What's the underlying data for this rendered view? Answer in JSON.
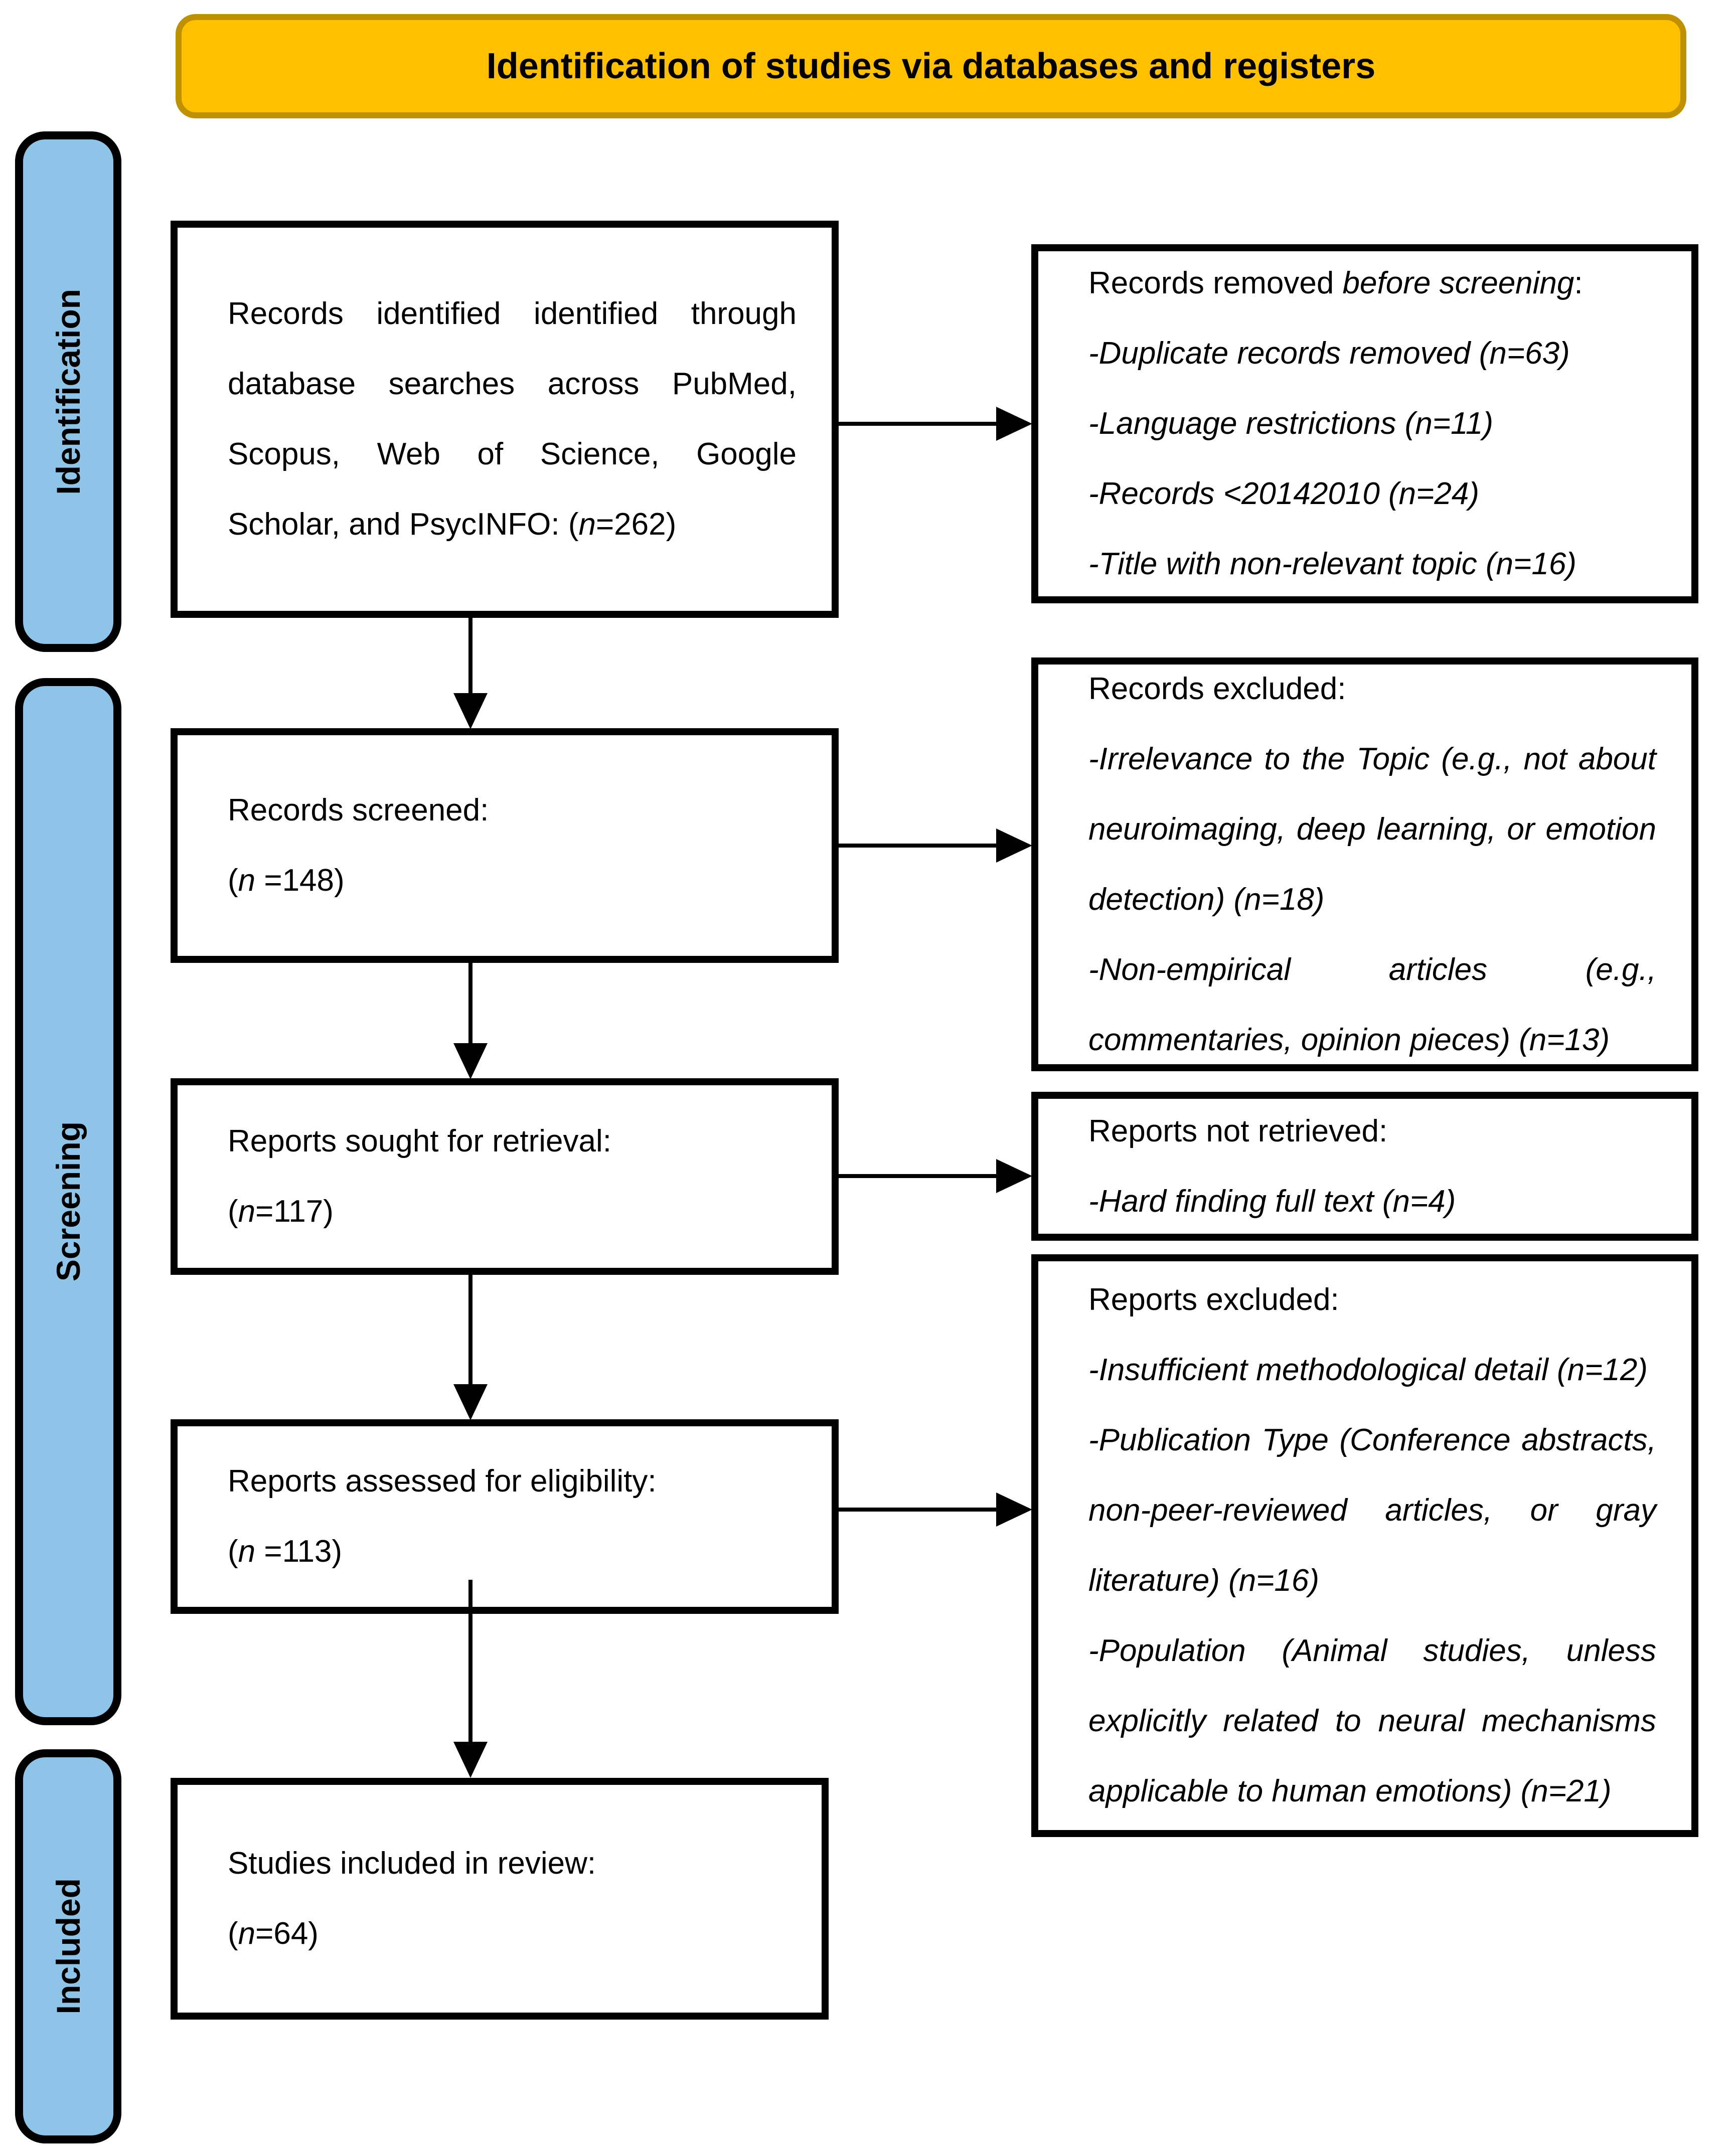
{
  "colors": {
    "header_fill": "#FFC000",
    "header_border": "#BF9000",
    "sidebar_fill": "#8DC4E8",
    "line": "#000000",
    "box_bg": "#FFFFFF"
  },
  "header": {
    "title": "Identification of studies via databases and registers"
  },
  "sidebar": {
    "items": [
      {
        "label": "Identification"
      },
      {
        "label": "Screening"
      },
      {
        "label": "Included"
      }
    ]
  },
  "flow": {
    "identified": {
      "paragraph_runs": [
        {
          "t": "Records identified identified through database searches across PubMed, Scopus, Web of Science, Google Scholar, and PsycINFO: (",
          "i": false
        },
        {
          "t": "n",
          "i": true
        },
        {
          "t": "=262)",
          "i": false
        }
      ]
    },
    "screened": {
      "title": "Records screened:",
      "count_runs": [
        {
          "t": "(",
          "i": false
        },
        {
          "t": "n",
          "i": true
        },
        {
          "t": " =148)",
          "i": false
        }
      ]
    },
    "sought": {
      "title": "Reports sought for retrieval:",
      "count_runs": [
        {
          "t": "(",
          "i": false
        },
        {
          "t": "n",
          "i": true
        },
        {
          "t": "=117)",
          "i": false
        }
      ]
    },
    "assessed": {
      "title": "Reports assessed for eligibility:",
      "count_runs": [
        {
          "t": "(",
          "i": false
        },
        {
          "t": "n",
          "i": true
        },
        {
          "t": " =113)",
          "i": false
        }
      ]
    },
    "included": {
      "title": "Studies included in review:",
      "count_runs": [
        {
          "t": "(",
          "i": false
        },
        {
          "t": "n",
          "i": true
        },
        {
          "t": "=64)",
          "i": false
        }
      ]
    }
  },
  "exclusions": {
    "removed": {
      "title_runs": [
        {
          "t": "Records removed ",
          "i": false
        },
        {
          "t": "before screening",
          "i": true
        },
        {
          "t": ":",
          "i": false
        }
      ],
      "items": [
        "-Duplicate records removed (n=63)",
        "-Language restrictions (n=11)",
        "-Records <20142010 (n=24)",
        "-Title with non-relevant topic (n=16)"
      ]
    },
    "records_excluded": {
      "title": "Records excluded:",
      "items": [
        "-Irrelevance to the Topic (e.g., not about neuroimaging, deep learning, or emotion detection) (n=18)",
        "-Non-empirical articles (e.g., commentaries, opinion pieces) (n=13)"
      ]
    },
    "not_retrieved": {
      "title": "Reports not retrieved:",
      "items": [
        "-Hard finding full text (n=4)"
      ]
    },
    "reports_excluded": {
      "title": "Reports excluded:",
      "items": [
        "-Insufficient methodological detail (n=12)",
        "-Publication Type (Conference abstracts, non-peer-reviewed articles, or gray literature) (n=16)",
        "-Population (Animal studies, unless explicitly related to neural mechanisms applicable to human emotions) (n=21)"
      ]
    }
  }
}
